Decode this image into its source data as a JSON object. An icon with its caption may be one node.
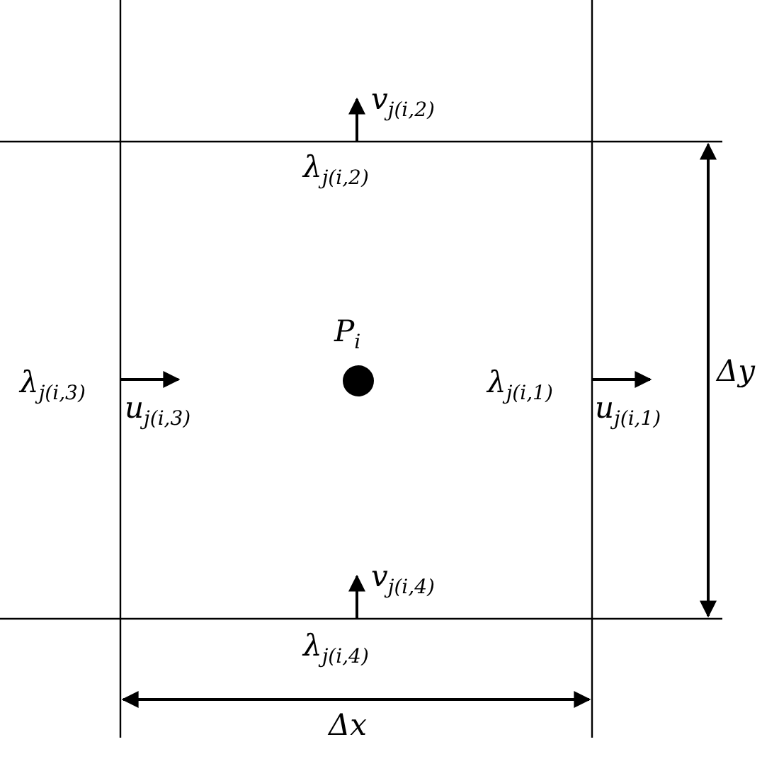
{
  "diagram": {
    "labels": [
      "v$_{j(i,2)}$",
      "λ$_{j(i,2)}$",
      "P$_{i}$",
      "λ$_{j(i,3)}$",
      "λ$_{j(i,1)}$",
      "Δy",
      "u$_{j(i,3)}$",
      "u$_{j(i,1)}$",
      "v$_{j(i,4)}$",
      "λ$_{j(i,4)}$",
      "Δx"
    ]
  }
}
